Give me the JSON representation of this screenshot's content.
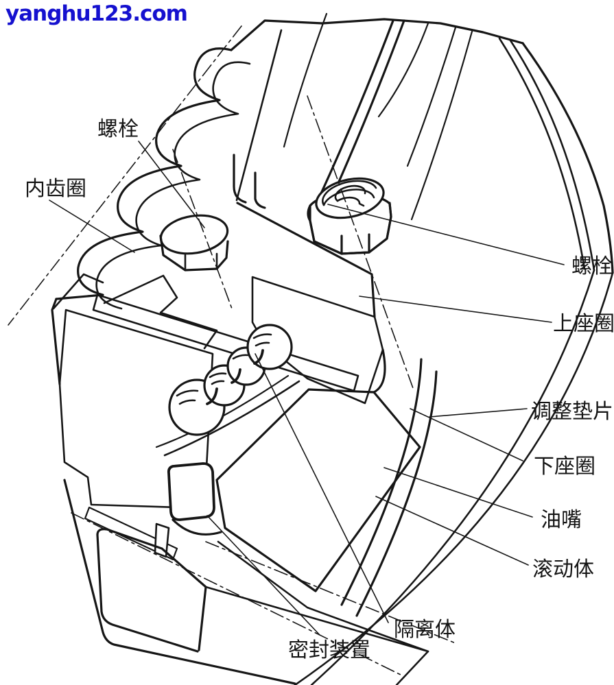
{
  "watermark": {
    "text": "yanghu123.com"
  },
  "colors": {
    "watermark": "#1511cf",
    "ink": "#161616",
    "background": "#ffffff"
  },
  "diagram": {
    "description_labels": [
      {
        "id": "bolt-left",
        "text": "螺栓"
      },
      {
        "id": "inner-gear-ring",
        "text": "内齿圈"
      },
      {
        "id": "bolt-right",
        "text": "螺栓"
      },
      {
        "id": "upper-seat-ring",
        "text": "上座圈"
      },
      {
        "id": "adjusting-shim",
        "text": "调整垫片"
      },
      {
        "id": "lower-seat-ring",
        "text": "下座圈"
      },
      {
        "id": "grease-nipple",
        "text": "油嘴"
      },
      {
        "id": "rolling-element",
        "text": "滚动体"
      },
      {
        "id": "separator",
        "text": "隔离体"
      },
      {
        "id": "sealing-device",
        "text": "密封装置"
      }
    ]
  }
}
